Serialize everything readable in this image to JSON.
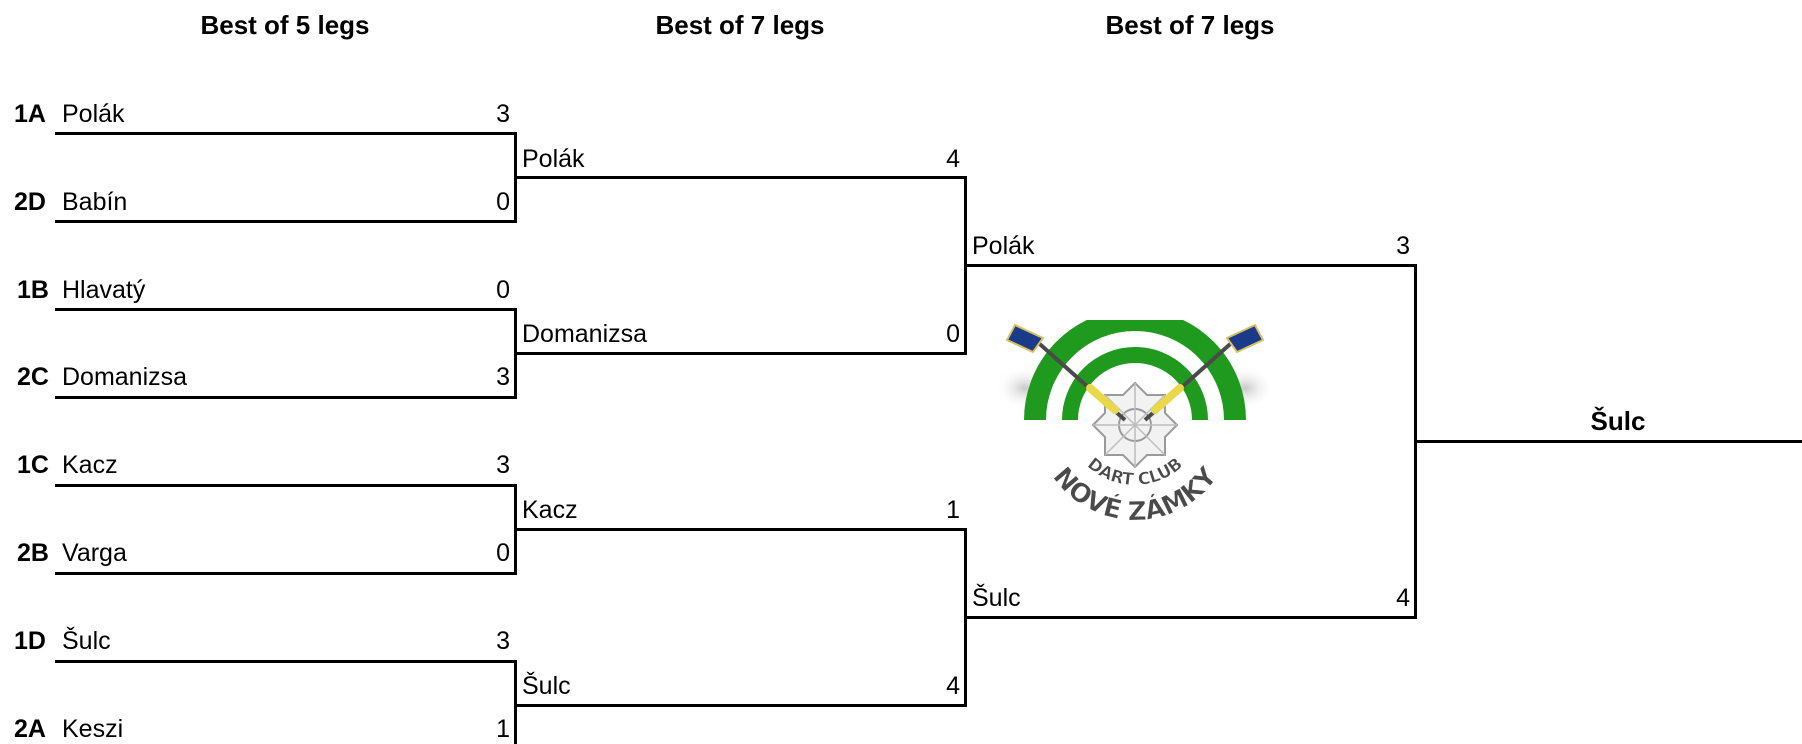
{
  "headers": {
    "round1": "Best of 5 legs",
    "round2": "Best of 7 legs",
    "round3": "Best of 7 legs"
  },
  "round1": [
    {
      "seed": "1A",
      "name": "Polák",
      "score": "3"
    },
    {
      "seed": "2D",
      "name": "Babín",
      "score": "0"
    },
    {
      "seed": "1B",
      "name": "Hlavatý",
      "score": "0"
    },
    {
      "seed": "2C",
      "name": "Domanizsa",
      "score": "3"
    },
    {
      "seed": "1C",
      "name": "Kacz",
      "score": "3"
    },
    {
      "seed": "2B",
      "name": "Varga",
      "score": "0"
    },
    {
      "seed": "1D",
      "name": "Šulc",
      "score": "3"
    },
    {
      "seed": "2A",
      "name": "Keszi",
      "score": "1"
    }
  ],
  "round2": [
    {
      "name": "Polák",
      "score": "4"
    },
    {
      "name": "Domanizsa",
      "score": "0"
    },
    {
      "name": "Kacz",
      "score": "1"
    },
    {
      "name": "Šulc",
      "score": "4"
    }
  ],
  "round3": [
    {
      "name": "Polák",
      "score": "3"
    },
    {
      "name": "Šulc",
      "score": "4"
    }
  ],
  "champion": "Šulc",
  "logo": {
    "line1": "DART CLUB",
    "line2": "NOVÉ ZÁMKY",
    "colors": {
      "ring": "#1f9a1f",
      "ring_dark": "#0f6a12",
      "dart_flight": "#1a3a8a",
      "dart_barrel": "#e8d84a"
    }
  }
}
